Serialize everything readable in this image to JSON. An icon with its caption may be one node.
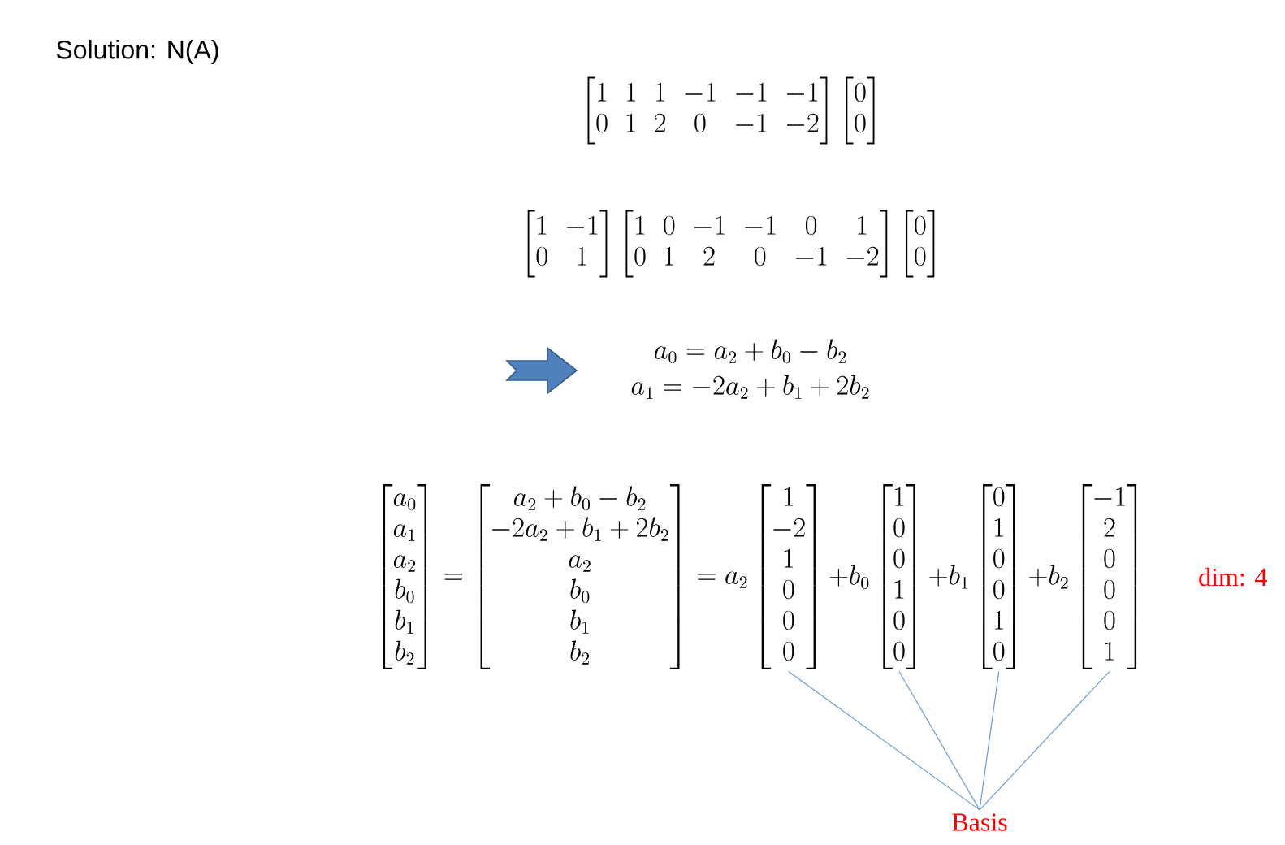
{
  "diagram": {
    "nodes": [
      {
        "text": [
          "\\begin{bmatrix}1\\\\-2\\\\1\\\\0\\\\0\\\\0\\end{bmatrix}"
        ]
      },
      {
        "text": [
          "\\begin{bmatrix}1\\\\0\\\\0\\\\1\\\\0\\\\0\\end{bmatrix}"
        ]
      },
      {
        "text": [
          "\\begin{bmatrix}0\\\\1\\\\0\\\\0\\\\1\\\\0\\end{bmatrix}"
        ]
      },
      {
        "text": [
          "\\begin{bmatrix}-1\\\\2\\\\0\\\\0\\\\0\\\\1\\end{bmatrix}"
        ]
      },
      {
        "text": [
          "Basis"
        ]
      }
    ],
    "edges": [
      {
        "from": 4,
        "to": 0,
        "arrow": "none"
      },
      {
        "from": 4,
        "to": 1,
        "arrow": "none"
      },
      {
        "from": 4,
        "to": 2,
        "arrow": "none"
      },
      {
        "from": 4,
        "to": 3,
        "arrow": "none"
      }
    ],
    "labels": [
      "Solution: N(A)",
      "\\begin{bmatrix}1&1&1&-1&-1&-1\\\\0&1&2&0&-1&-2\\end{bmatrix}\\begin{bmatrix}0\\\\0\\end{bmatrix}",
      "\\begin{bmatrix}1&-1\\\\0&1\\end{bmatrix}\\begin{bmatrix}1&0&-1&-1&0&1\\\\0&1&2&0&-1&-2\\end{bmatrix}\\begin{bmatrix}0\\\\0\\end{bmatrix}",
      "\\begin{gathered}a_0=a_2+b_0-b_2\\\\a_1=-2a_2+b_1+2b_2\\end{gathered}",
      "\\begin{bmatrix}a_0\\\\a_1\\\\a_2\\\\b_0\\\\b_1\\\\b_2\\end{bmatrix}=\\begin{bmatrix}a_2+b_0-b_2\\\\-2a_2+b_1+2b_2\\\\a_2\\\\b_0\\\\b_1\\\\b_2\\end{bmatrix}=a_2",
      "+b_0",
      "+b_1",
      "+b_2",
      "dim: 4"
    ]
  }
}
